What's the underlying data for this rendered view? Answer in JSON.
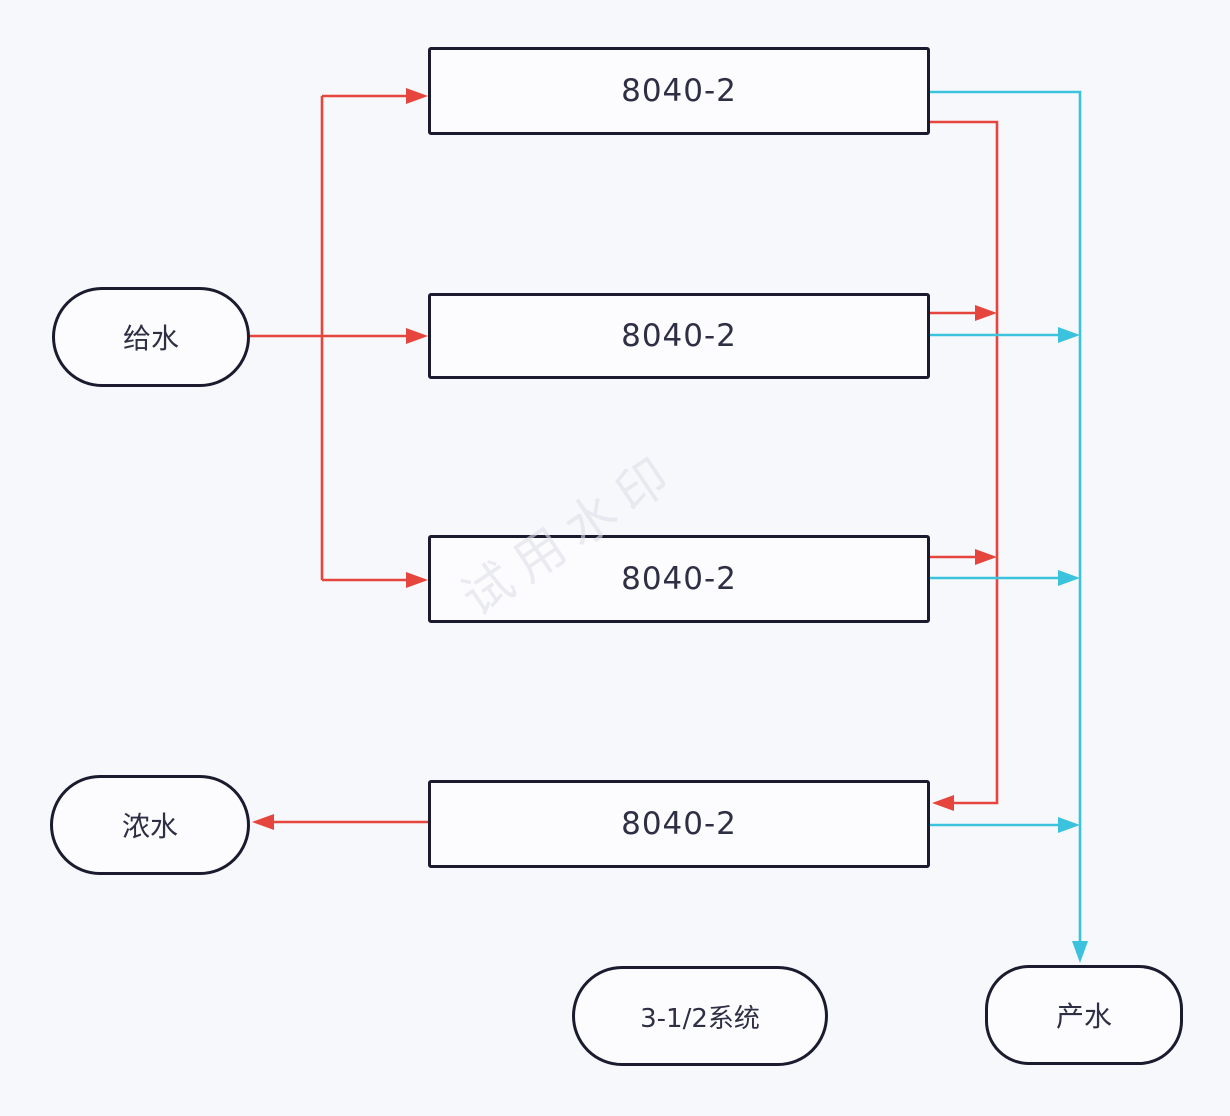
{
  "colors": {
    "background": "#f7f8fb",
    "node_fill": "#fcfcfe",
    "node_border": "#1a1b2e",
    "text": "#2e2f44",
    "feed_line": "#e6453e",
    "permeate_line": "#3bc3dd",
    "watermark": "#dfdfe9"
  },
  "diagram": {
    "feed_node": {
      "label": "给水"
    },
    "concentrate_node": {
      "label": "浓水"
    },
    "system_node": {
      "label": "3-1/2系统"
    },
    "product_node": {
      "label": "产水"
    },
    "membranes": [
      {
        "label": "8040-2"
      },
      {
        "label": "8040-2"
      },
      {
        "label": "8040-2"
      },
      {
        "label": "8040-2"
      }
    ],
    "watermark": {
      "text": "试用水印"
    },
    "edges": [
      {
        "from": "给水",
        "to": "8040-2 #1",
        "type": "feed",
        "color": "#e6453e"
      },
      {
        "from": "给水",
        "to": "8040-2 #2",
        "type": "feed",
        "color": "#e6453e"
      },
      {
        "from": "给水",
        "to": "8040-2 #3",
        "type": "feed",
        "color": "#e6453e"
      },
      {
        "from": "8040-2 #1",
        "to": "8040-2 #4",
        "type": "feed",
        "color": "#e6453e"
      },
      {
        "from": "8040-2 #2",
        "to": "8040-2 #4",
        "type": "feed",
        "color": "#e6453e"
      },
      {
        "from": "8040-2 #3",
        "to": "8040-2 #4",
        "type": "feed",
        "color": "#e6453e"
      },
      {
        "from": "8040-2 #4",
        "to": "浓水",
        "type": "concentrate",
        "color": "#e6453e"
      },
      {
        "from": "8040-2 #1",
        "to": "产水",
        "type": "permeate",
        "color": "#3bc3dd"
      },
      {
        "from": "8040-2 #2",
        "to": "产水",
        "type": "permeate",
        "color": "#3bc3dd"
      },
      {
        "from": "8040-2 #3",
        "to": "产水",
        "type": "permeate",
        "color": "#3bc3dd"
      },
      {
        "from": "8040-2 #4",
        "to": "产水",
        "type": "permeate",
        "color": "#3bc3dd"
      }
    ]
  }
}
